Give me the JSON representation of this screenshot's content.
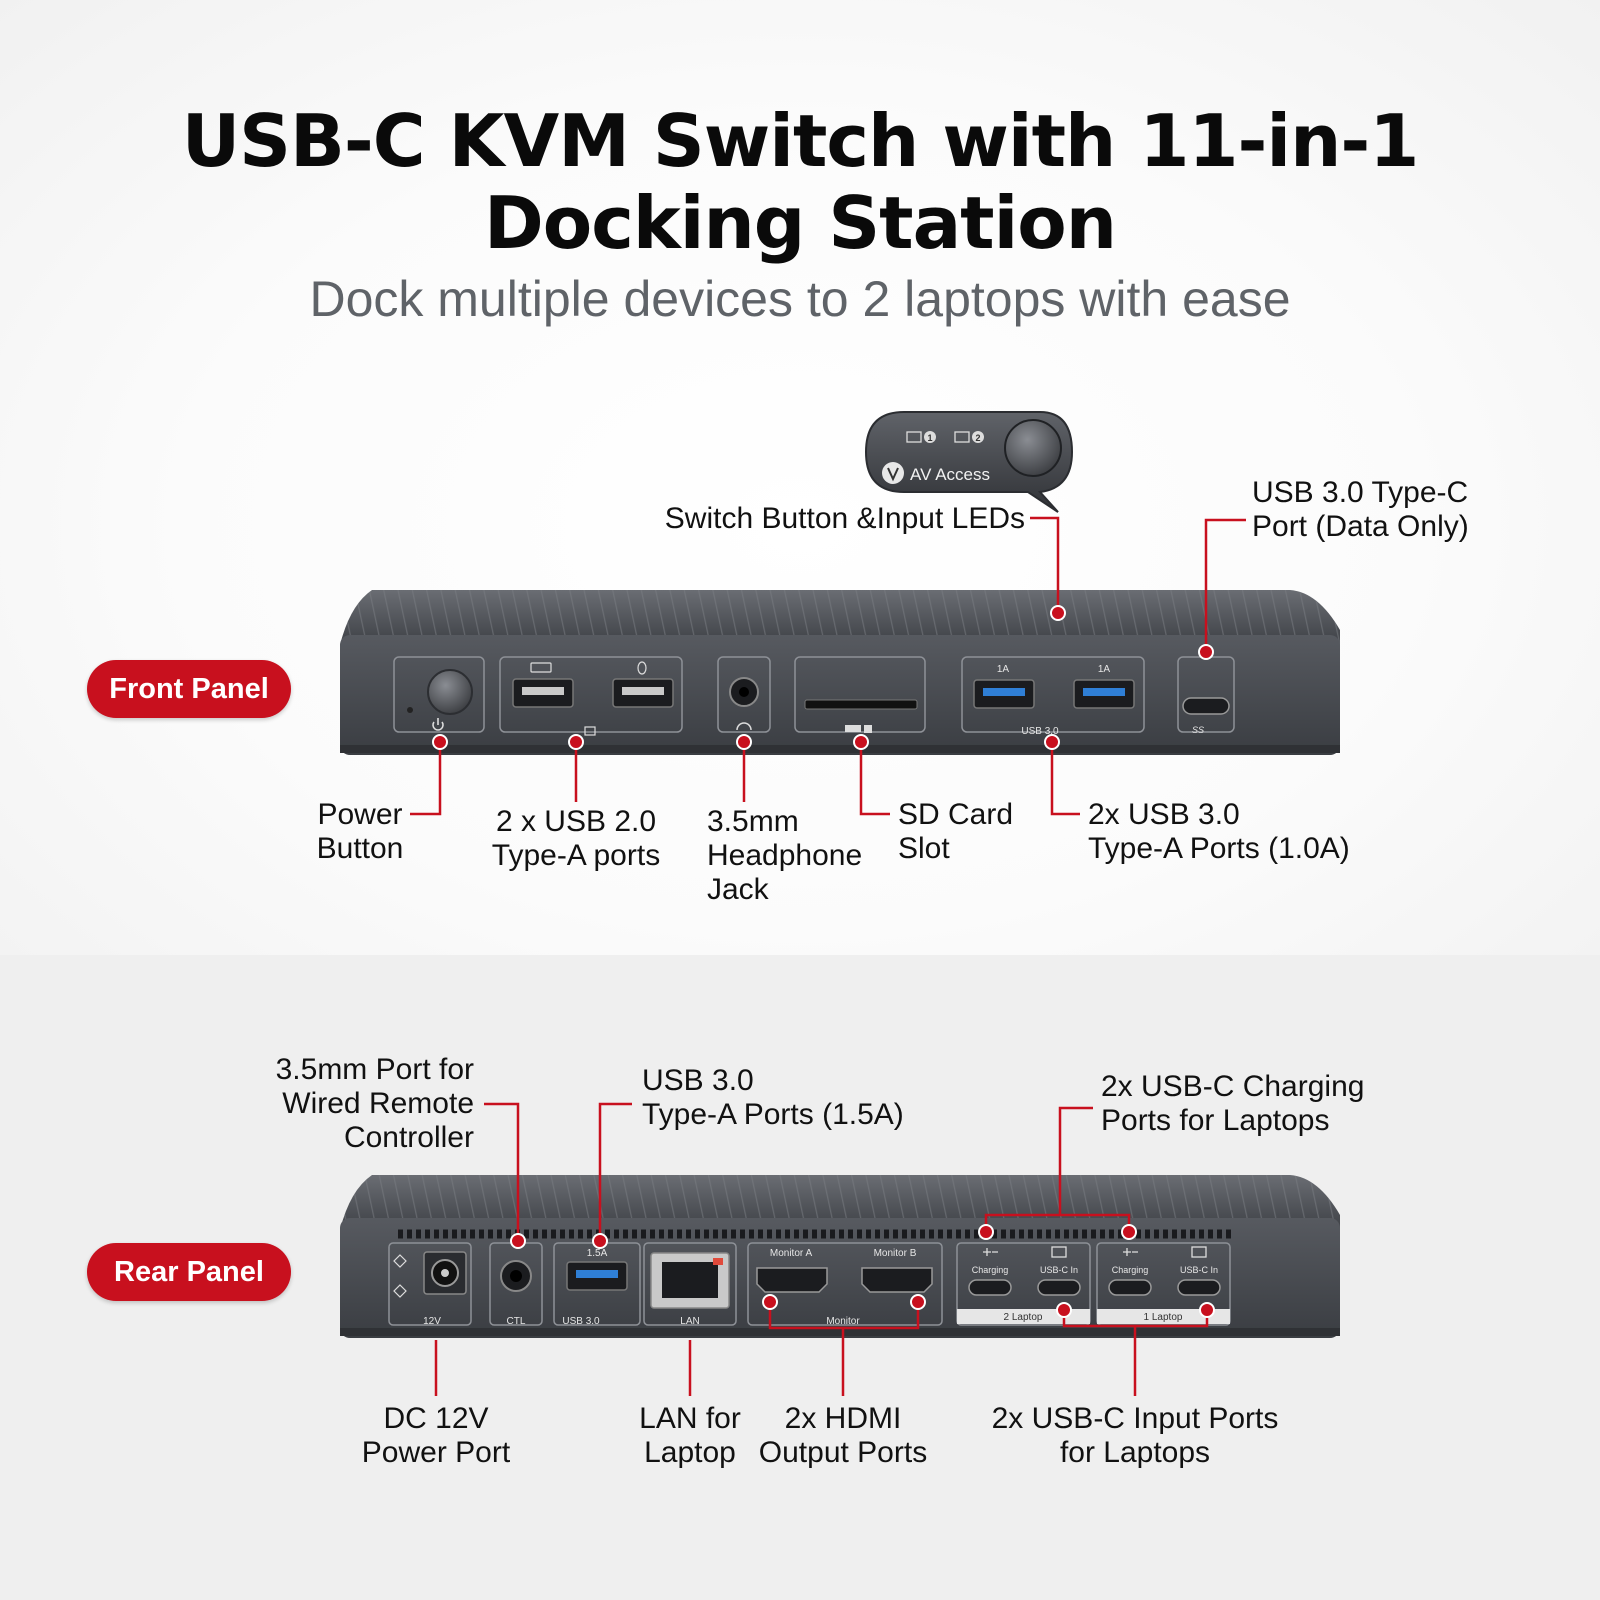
{
  "header": {
    "title_line1": "USB-C KVM Switch with 11-in-1",
    "title_line2": "Docking Station",
    "subtitle": "Dock multiple devices to 2 laptops with ease"
  },
  "colors": {
    "accent": "#c8101e",
    "device_body": "#4a4d53",
    "usb3_port": "#2f7fd6"
  },
  "front": {
    "badge": "Front Panel",
    "zoom_brand": "AV Access",
    "zoom_led1": "1",
    "zoom_led2": "2",
    "port_usb3_rating_1": "1A",
    "port_usb3_rating_2": "1A",
    "port_usb3_label": "USB 3.0",
    "port_usbc_label": "SS",
    "labels": {
      "switch_button": "Switch Button &Input LEDs",
      "usb_c_data_1": "USB 3.0 Type-C",
      "usb_c_data_2": "Port (Data Only)",
      "power_1": "Power",
      "power_2": "Button",
      "usb2_1": "2 x USB 2.0",
      "usb2_2": "Type-A ports",
      "headphone_1": "3.5mm",
      "headphone_2": "Headphone",
      "headphone_3": "Jack",
      "sd_1": "SD Card",
      "sd_2": "Slot",
      "usb3_1": "2x USB 3.0",
      "usb3_2": "Type-A Ports (1.0A)"
    }
  },
  "rear": {
    "badge": "Rear Panel",
    "port_labels": {
      "dc": "12V",
      "ctl": "CTL",
      "usb_rating": "1.5A",
      "usb": "USB 3.0",
      "lan": "LAN",
      "monitor_a": "Monitor A",
      "monitor_b": "Monitor B",
      "monitor": "Monitor",
      "charging": "Charging",
      "usbc_in": "USB-C In",
      "laptop2": "2 Laptop",
      "laptop1": "1 Laptop"
    },
    "labels": {
      "remote_1": "3.5mm Port for",
      "remote_2": "Wired Remote",
      "remote_3": "Controller",
      "usb3_1": "USB 3.0",
      "usb3_2": "Type-A Ports (1.5A)",
      "charging_1": "2x USB-C Charging",
      "charging_2": "Ports for Laptops",
      "dc_1": "DC 12V",
      "dc_2": "Power Port",
      "lan_1": "LAN for",
      "lan_2": "Laptop",
      "hdmi_1": "2x HDMI",
      "hdmi_2": "Output Ports",
      "usbc_in_1": "2x USB-C Input Ports",
      "usbc_in_2": "for Laptops"
    }
  }
}
